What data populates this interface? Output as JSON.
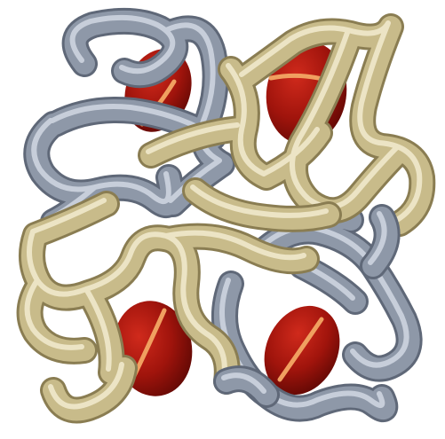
{
  "image": {
    "subject": "hemoglobin-ribbon-model",
    "colors": {
      "background": "#ffffff",
      "tan_chain": "#c8bb8a",
      "tan_highlight": "#f2ebcf",
      "tan_shadow": "#8a7d52",
      "gray_chain": "#8e98a8",
      "gray_highlight": "#d6dce6",
      "gray_shadow": "#5f6878",
      "heme_red": "#a0140c",
      "heme_dark": "#5e0804",
      "heme_stripe": "#f0a060"
    },
    "components": {
      "heme_count": 4,
      "chain_count": 4
    }
  }
}
